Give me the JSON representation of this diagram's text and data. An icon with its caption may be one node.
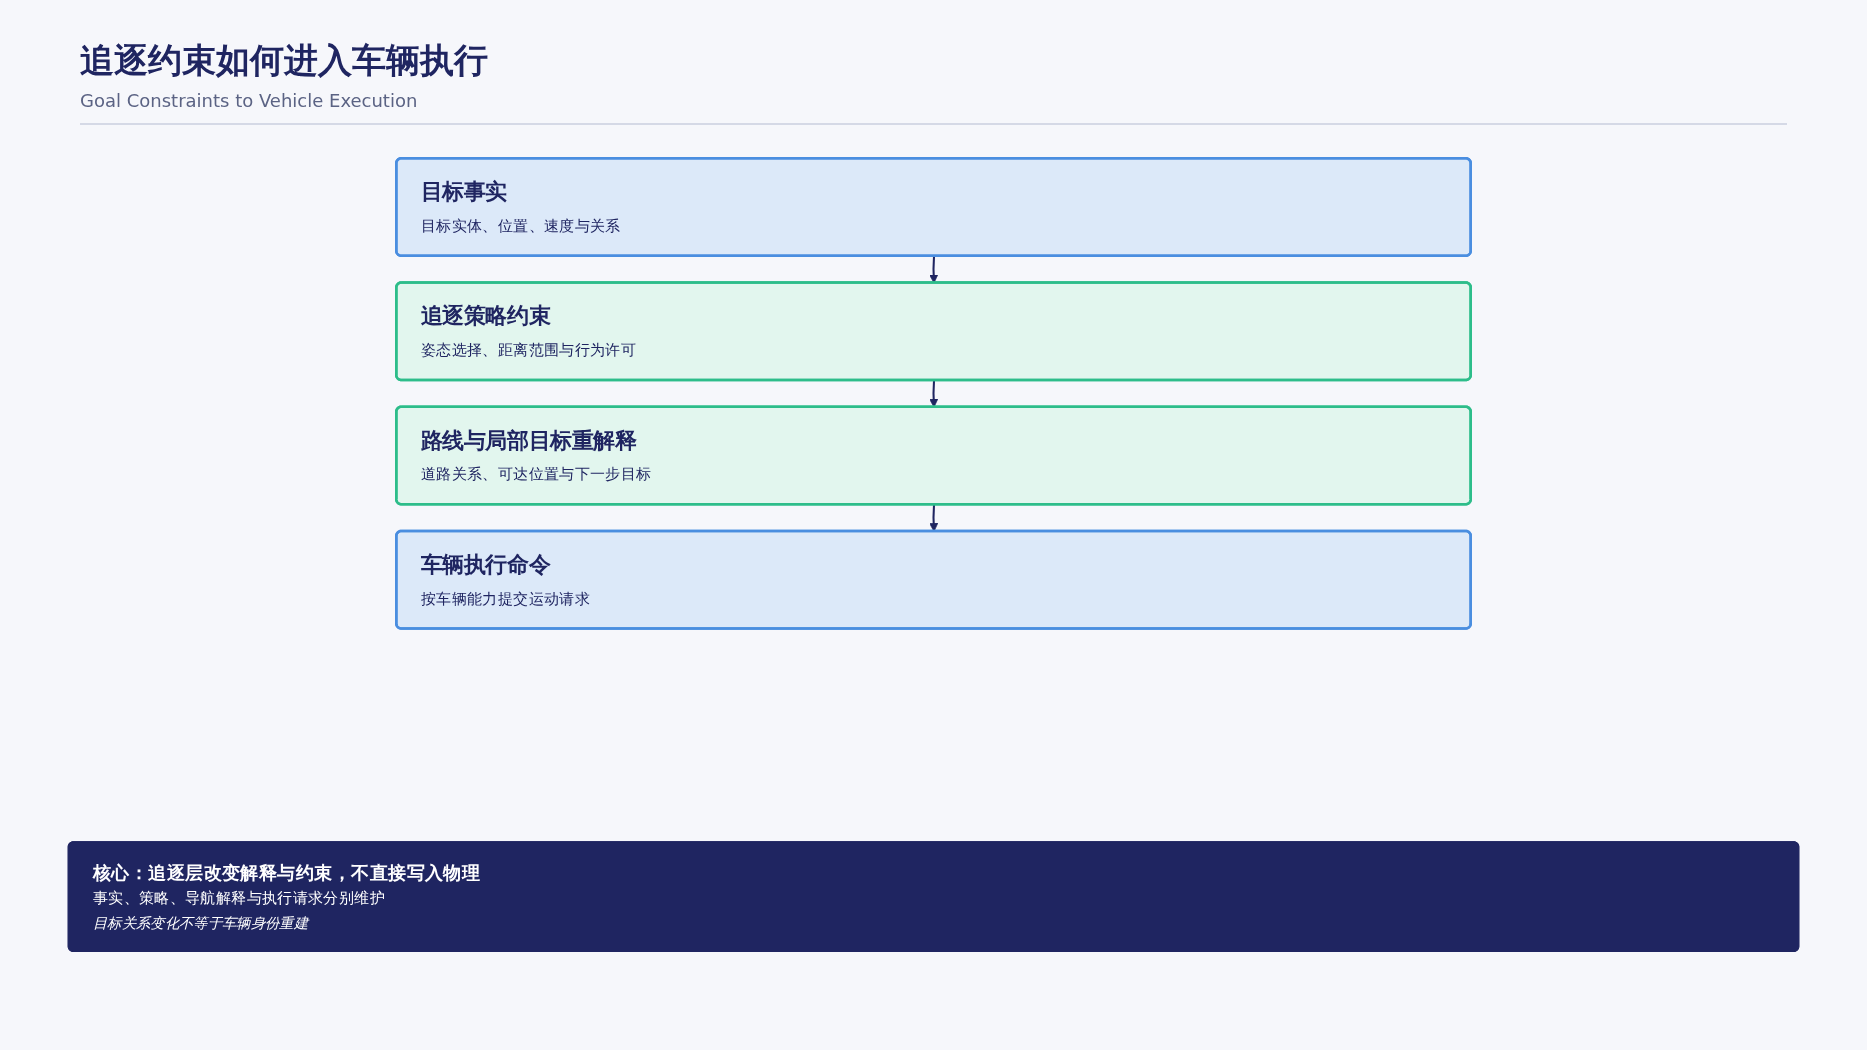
{
  "diagram": {
    "title": "追逐约束如何进入车辆执行",
    "nodes": [
      {
        "text": [
          "目标事实",
          "目标实体、位置、速度与关系"
        ]
      },
      {
        "text": [
          "追逐策略约束",
          "姿态选择、距离范围与行为许可"
        ]
      },
      {
        "text": [
          "路线与局部目标重解释",
          "道路关系、可达位置与下一步目标"
        ]
      },
      {
        "text": [
          "车辆执行命令",
          "按车辆能力提交运动请求"
        ]
      },
      {
        "text": [
          "核心：追逐层改变解释与约束，不直接写入物理",
          "事实、策略、导航解释与执行请求分别维护",
          "目标关系变化不等于车辆身份重建"
        ]
      }
    ],
    "edges": [
      {
        "from": 0,
        "to": 1,
        "arrow": "to"
      },
      {
        "from": 1,
        "to": 2,
        "arrow": "to"
      },
      {
        "from": 2,
        "to": 3,
        "arrow": "to"
      }
    ],
    "labels": [
      "Goal Constraints to Vehicle Execution"
    ]
  }
}
